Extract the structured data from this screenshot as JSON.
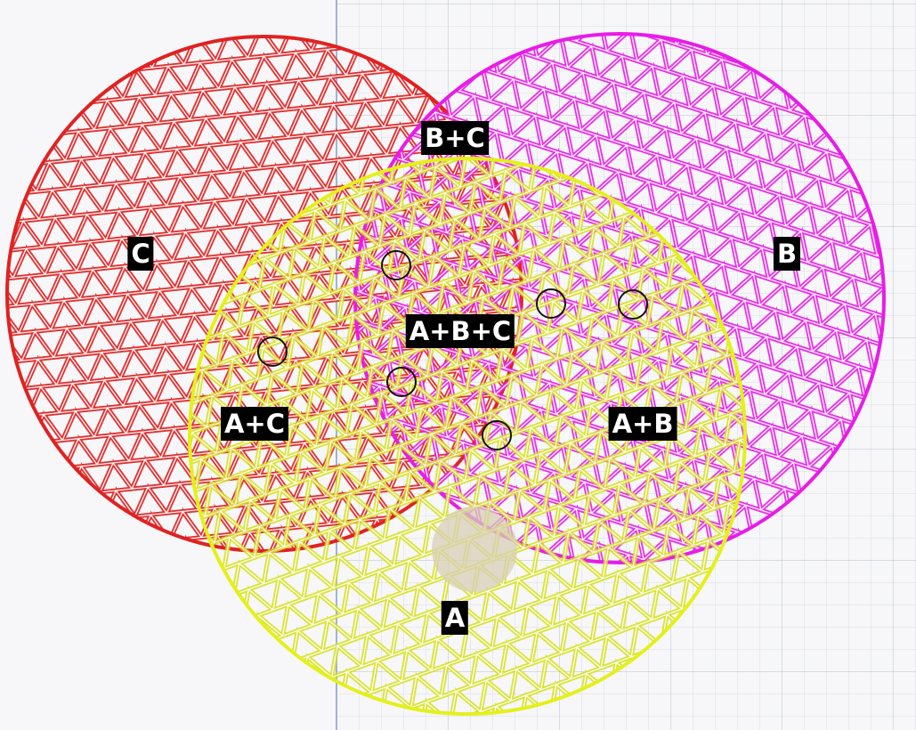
{
  "colors": {
    "background": "#f7f7f9",
    "grid": "#d8dde6",
    "ruler": "#9fb4d2",
    "circle_a": "#e4f01a",
    "circle_b": "#e81ce8",
    "circle_c": "#e02222",
    "marker": "#111111",
    "spot": "#d8cfb6",
    "label_bg": "#000000",
    "label_text": "#ffffff"
  },
  "circles": [
    {
      "id": "A",
      "color_key": "circle_a",
      "icon": "yellow-lattice-circle"
    },
    {
      "id": "B",
      "color_key": "circle_b",
      "icon": "magenta-lattice-circle"
    },
    {
      "id": "C",
      "color_key": "circle_c",
      "icon": "red-lattice-circle"
    }
  ],
  "labels": {
    "c": "C",
    "b": "B",
    "a": "A",
    "bc": "B+C",
    "ac": "A+C",
    "ab": "A+B",
    "abc": "A+B+C"
  }
}
